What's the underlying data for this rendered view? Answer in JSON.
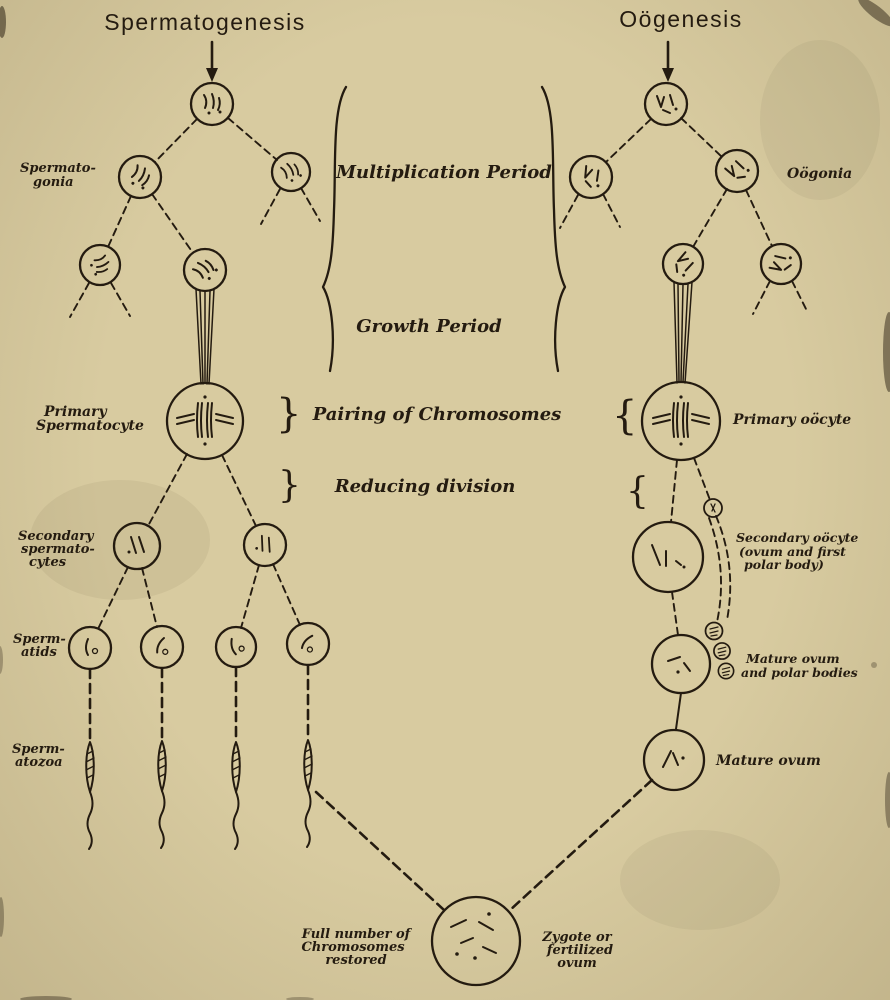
{
  "titles": {
    "left": "Spermatogenesis",
    "right": "Oögenesis"
  },
  "period_labels": {
    "multiplication": "Multiplication Period",
    "growth": "Growth Period",
    "pairing": "Pairing of Chromosomes",
    "reducing": "Reducing division"
  },
  "stage_labels": {
    "spermatogonia": [
      "Spermato-",
      "gonia"
    ],
    "oogonia": "Oögonia",
    "primary_spermatocyte": [
      "Primary",
      "Spermatocyte"
    ],
    "primary_oocyte": "Primary oöcyte",
    "secondary_spermatocytes": [
      "Secondary",
      "spermato-",
      "cytes"
    ],
    "secondary_oocyte": [
      "Secondary oöcyte",
      "(ovum and first",
      "polar body)"
    ],
    "spermatids": [
      "Sperm-",
      "atids"
    ],
    "mature_ovum_polar": [
      "Mature ovum",
      "and polar bodies"
    ],
    "spermatozoa": [
      "Sperm-",
      "atozoa"
    ],
    "mature_ovum": "Mature ovum",
    "zygote_left": [
      "Full number of",
      "Chromosomes",
      "restored"
    ],
    "zygote_right": [
      "Zygote or",
      "fertilized",
      "ovum"
    ]
  },
  "glyphs": {
    "brace_close": "}",
    "brace_open": "{"
  },
  "colors": {
    "paper": "#d8cba0",
    "ink": "#241b10"
  }
}
